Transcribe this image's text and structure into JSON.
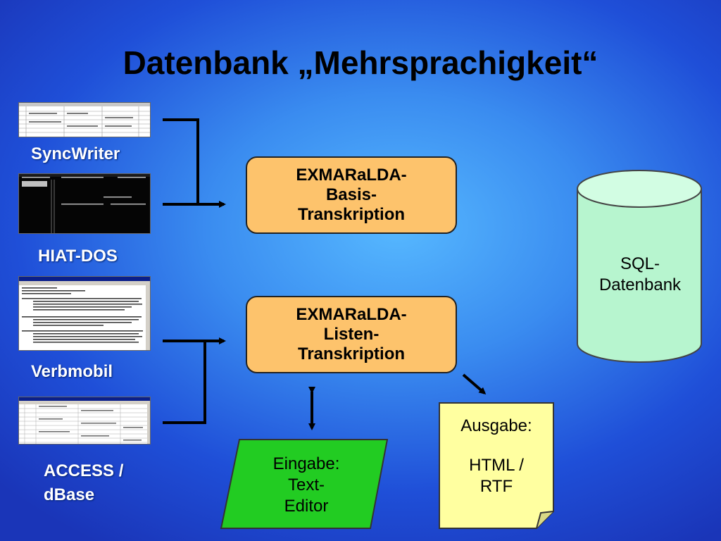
{
  "title": "Datenbank „Mehrsprachigkeit“",
  "sources": [
    {
      "label": "SyncWriter"
    },
    {
      "label": "HIAT-DOS"
    },
    {
      "label": "Verbmobil"
    },
    {
      "label_line1": "ACCESS /",
      "label_line2": "dBase"
    }
  ],
  "boxes": {
    "basis": {
      "line1": "EXMARaLDA-",
      "line2": "Basis-",
      "line3": "Transkription"
    },
    "listen": {
      "line1": "EXMARaLDA-",
      "line2": "Listen-",
      "line3": "Transkription"
    }
  },
  "database": {
    "line1": "SQL-",
    "line2": "Datenbank"
  },
  "input": {
    "line1": "Eingabe:",
    "line2": "Text-",
    "line3": "Editor"
  },
  "output": {
    "line1": "Ausgabe:",
    "line2": "HTML /",
    "line3": "RTF"
  },
  "colors": {
    "box_fill": "#fdc36c",
    "cylinder_fill": "#b7f5cf",
    "input_fill": "#22cc22",
    "output_fill": "#ffffa0"
  }
}
